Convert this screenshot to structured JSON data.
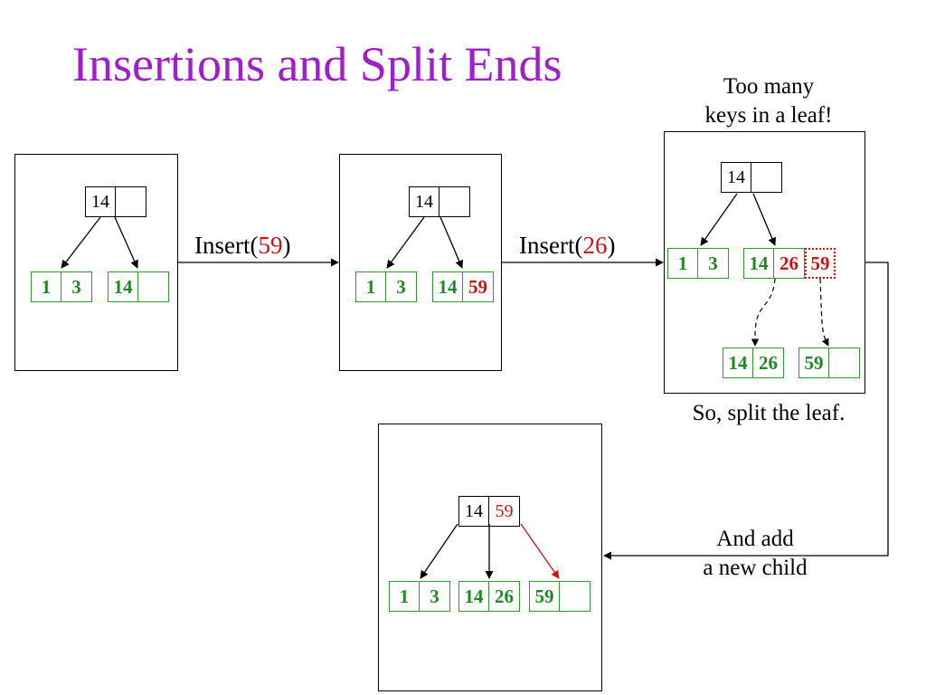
{
  "title": "Insertions and Split Ends",
  "notes": {
    "too_many_line1": "Too many",
    "too_many_line2": "keys in a leaf!",
    "split": "So, split the leaf.",
    "add_line1": "And add",
    "add_line2": "a new child"
  },
  "operations": [
    {
      "prefix": "Insert(",
      "value": "59",
      "suffix": ")"
    },
    {
      "prefix": "Insert(",
      "value": "26",
      "suffix": ")"
    }
  ],
  "panels": {
    "initial": {
      "root": [
        "14",
        ""
      ],
      "leaves": [
        [
          "1",
          "3"
        ],
        [
          "14",
          ""
        ]
      ]
    },
    "after_insert_59": {
      "root": [
        "14",
        ""
      ],
      "leaves": [
        [
          "1",
          "3"
        ],
        [
          "14",
          "59"
        ]
      ]
    },
    "after_insert_26": {
      "root": [
        "14",
        ""
      ],
      "leaves": [
        [
          "1",
          "3"
        ],
        [
          "14",
          "26",
          "59"
        ]
      ],
      "split_leaves": [
        [
          "14",
          "26"
        ],
        [
          "59",
          ""
        ]
      ]
    },
    "final": {
      "root": [
        "14",
        "59"
      ],
      "leaves": [
        [
          "1",
          "3"
        ],
        [
          "14",
          "26"
        ],
        [
          "59",
          ""
        ]
      ]
    }
  },
  "colors": {
    "title": "#a020c8",
    "leaf_key": "#1f8a1f",
    "new_key": "#d01010",
    "inner_key": "#000000"
  }
}
